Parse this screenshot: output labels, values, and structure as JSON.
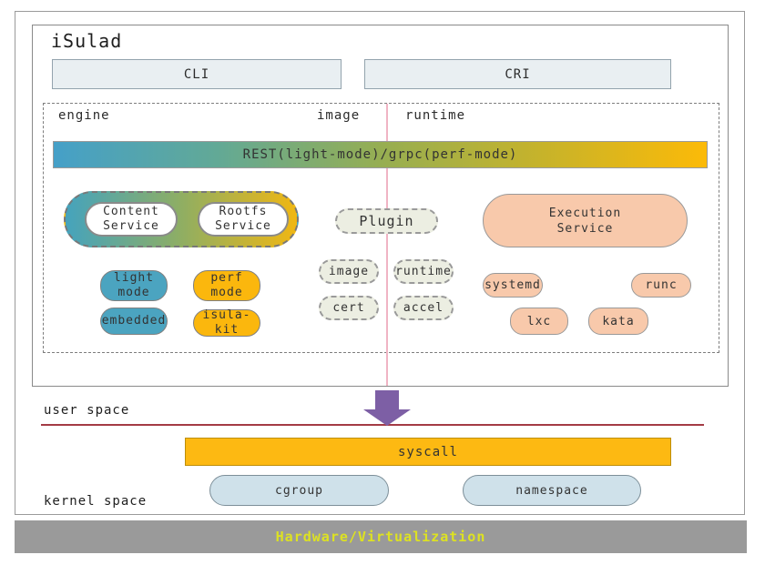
{
  "diagram": {
    "title": "iSulad",
    "cli_label": "CLI",
    "cri_label": "CRI",
    "sections": {
      "engine": "engine",
      "image": "image",
      "runtime": "runtime"
    },
    "rest_bar_label": "REST(light-mode)/grpc(perf-mode)",
    "services": {
      "content": "Content\nService",
      "rootfs": "Rootfs\nService",
      "plugin": "Plugin",
      "execution": "Execution\nService"
    },
    "engine_pills": [
      {
        "label": "light\nmode",
        "color": "teal"
      },
      {
        "label": "perf\nmode",
        "color": "gold"
      },
      {
        "label": "embedded",
        "color": "teal"
      },
      {
        "label": "isula-kit",
        "color": "gold"
      }
    ],
    "plugin_pills": [
      "image",
      "runtime",
      "cert",
      "accel"
    ],
    "runtime_pills": [
      "systemd",
      "runc",
      "lxc",
      "kata"
    ],
    "user_space_label": "user space",
    "kernel_space_label": "kernel space",
    "syscall_label": "syscall",
    "kernel_pills": [
      "cgroup",
      "namespace"
    ],
    "footer_label": "Hardware/Virtualization"
  },
  "colors": {
    "teal": "#4ba4c0",
    "gold": "#fbb70d",
    "salmon": "#f8c9ab",
    "plugin_bg": "#eceee2",
    "kernel_pill_bg": "#cfe1ea",
    "syscall_bg": "#fdb912",
    "arrow_purple": "#7d5fa5",
    "divider_pink": "#f0b4c4",
    "divider_red": "#a33b45",
    "gradient_start": "#45a0c8",
    "gradient_end": "#fcba08",
    "footer_bg": "#9a9a9a",
    "footer_text": "#dde221"
  }
}
